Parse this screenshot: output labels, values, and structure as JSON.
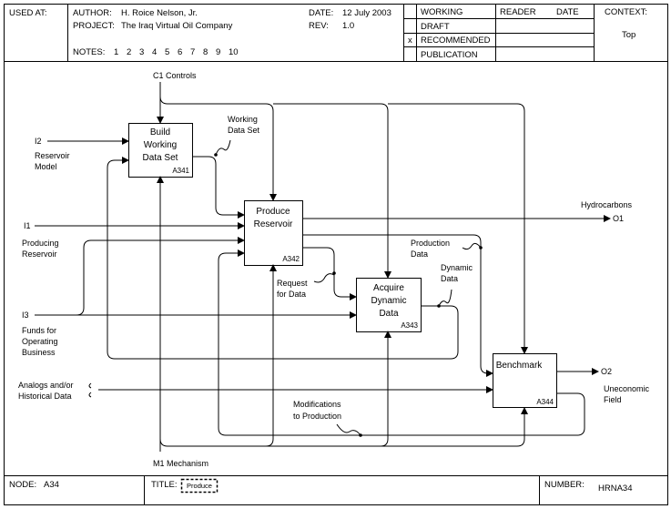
{
  "header": {
    "used_at_label": "USED AT:",
    "author_label": "AUTHOR:",
    "author": "H. Roice Nelson, Jr.",
    "project_label": "PROJECT:",
    "project": "The Iraq Virtual Oil Company",
    "date_label": "DATE:",
    "date": "12 July 2003",
    "rev_label": "REV:",
    "rev": "1.0",
    "notes_label": "NOTES:",
    "notes": [
      "1",
      "2",
      "3",
      "4",
      "5",
      "6",
      "7",
      "8",
      "9",
      "10"
    ],
    "status": [
      "WORKING",
      "DRAFT",
      "RECOMMENDED",
      "PUBLICATION"
    ],
    "status_mark": "x",
    "reader_label": "READER",
    "date2_label": "DATE",
    "context_label": "CONTEXT:",
    "context": "Top"
  },
  "diagram": {
    "activities": [
      {
        "lines": [
          "Build",
          "Working",
          "Data Set"
        ],
        "id": "A341"
      },
      {
        "lines": [
          "Produce",
          "Reservoir"
        ],
        "id": "A342"
      },
      {
        "lines": [
          "Acquire",
          "Dynamic",
          "Data"
        ],
        "id": "A343"
      },
      {
        "lines": [
          "Benchmark"
        ],
        "id": "A344"
      }
    ],
    "controls_label": "C1  Controls",
    "mechanism_label": "M1  Mechanism",
    "inputs": {
      "i2_code": "I2",
      "i2_text": [
        "Reservoir",
        "Model"
      ],
      "i1_code": "I1",
      "i1_text": [
        "Producing",
        "Reservoir"
      ],
      "i3_code": "I3",
      "i3_text": [
        "Funds for",
        "Operating",
        "Business"
      ],
      "analogs_text": [
        "Analogs and/or",
        "Historical Data"
      ]
    },
    "outputs": {
      "o1_name": "Hydrocarbons",
      "o1_code": "O1",
      "o2_code": "O2",
      "o2_text": [
        "Uneconomic",
        "Field"
      ]
    },
    "arrow_labels": {
      "working_data_set": [
        "Working",
        "Data Set"
      ],
      "request_for_data": [
        "Request",
        "for Data"
      ],
      "production_data": [
        "Production",
        "Data"
      ],
      "dynamic_data": [
        "Dynamic",
        "Data"
      ],
      "modifications": [
        "Modifications",
        "to Production"
      ]
    }
  },
  "footer": {
    "node_label": "NODE:",
    "node": "A34",
    "title_label": "TITLE:",
    "title": "Produce",
    "number_label": "NUMBER:",
    "number": "HRNA34"
  }
}
